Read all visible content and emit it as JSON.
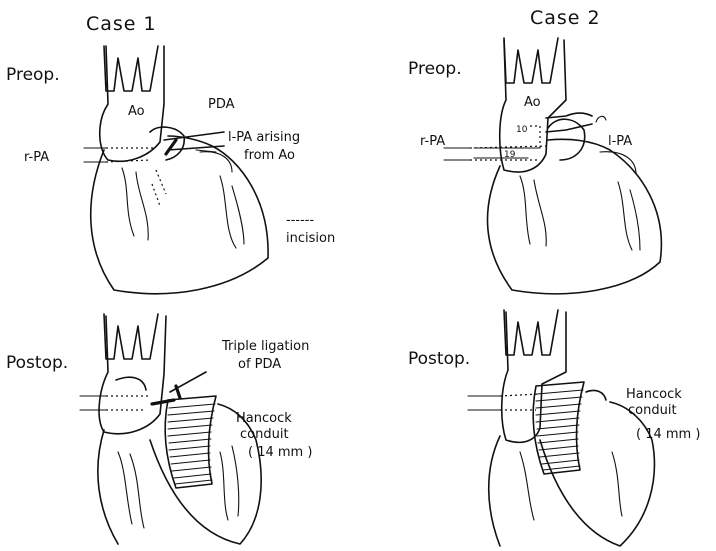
{
  "case1": {
    "title": "Case 1",
    "preop": {
      "stage": "Preop.",
      "ao": "Ao",
      "pda": "PDA",
      "rpa": "r-PA",
      "lpa_line1": "l-PA arising",
      "lpa_line2": "from Ao",
      "legend_line": "------",
      "legend_text": "incision"
    },
    "postop": {
      "stage": "Postop.",
      "ligation_line1": "Triple ligation",
      "ligation_line2": "of PDA",
      "conduit_line1": "Hancock",
      "conduit_line2": "conduit",
      "conduit_size": "( 14 mm )"
    }
  },
  "case2": {
    "title": "Case 2",
    "preop": {
      "stage": "Preop.",
      "ao": "Ao",
      "rpa": "r-PA",
      "lpa": "l-PA",
      "dim_a": "10",
      "dim_b": "19"
    },
    "postop": {
      "stage": "Postop.",
      "conduit_line1": "Hancock",
      "conduit_line2": "conduit",
      "conduit_size": "( 14 mm )"
    }
  }
}
